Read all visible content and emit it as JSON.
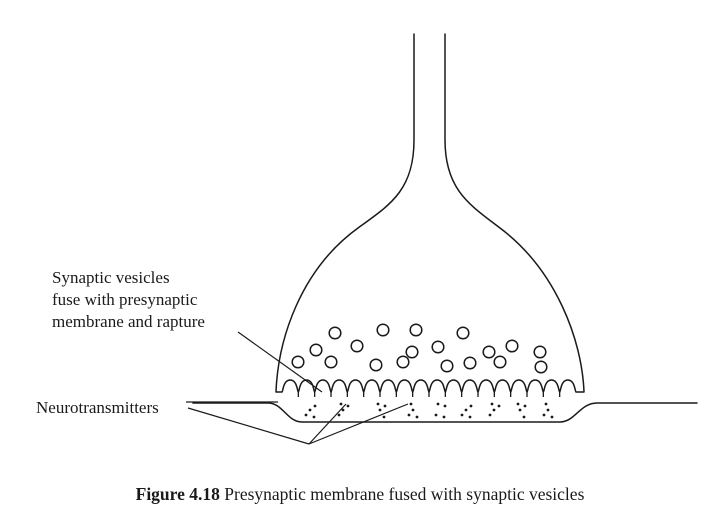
{
  "labels": {
    "vesicles_line1": "Synaptic vesicles",
    "vesicles_line2": "fuse with presynaptic",
    "vesicles_line3": "membrane and rapture",
    "neurotransmitters": "Neurotransmitters"
  },
  "caption": {
    "number": "Figure 4.18",
    "text": " Presynaptic membrane fused with synaptic vesicles"
  },
  "colors": {
    "line": "#1a1a1a",
    "background": "#ffffff"
  }
}
